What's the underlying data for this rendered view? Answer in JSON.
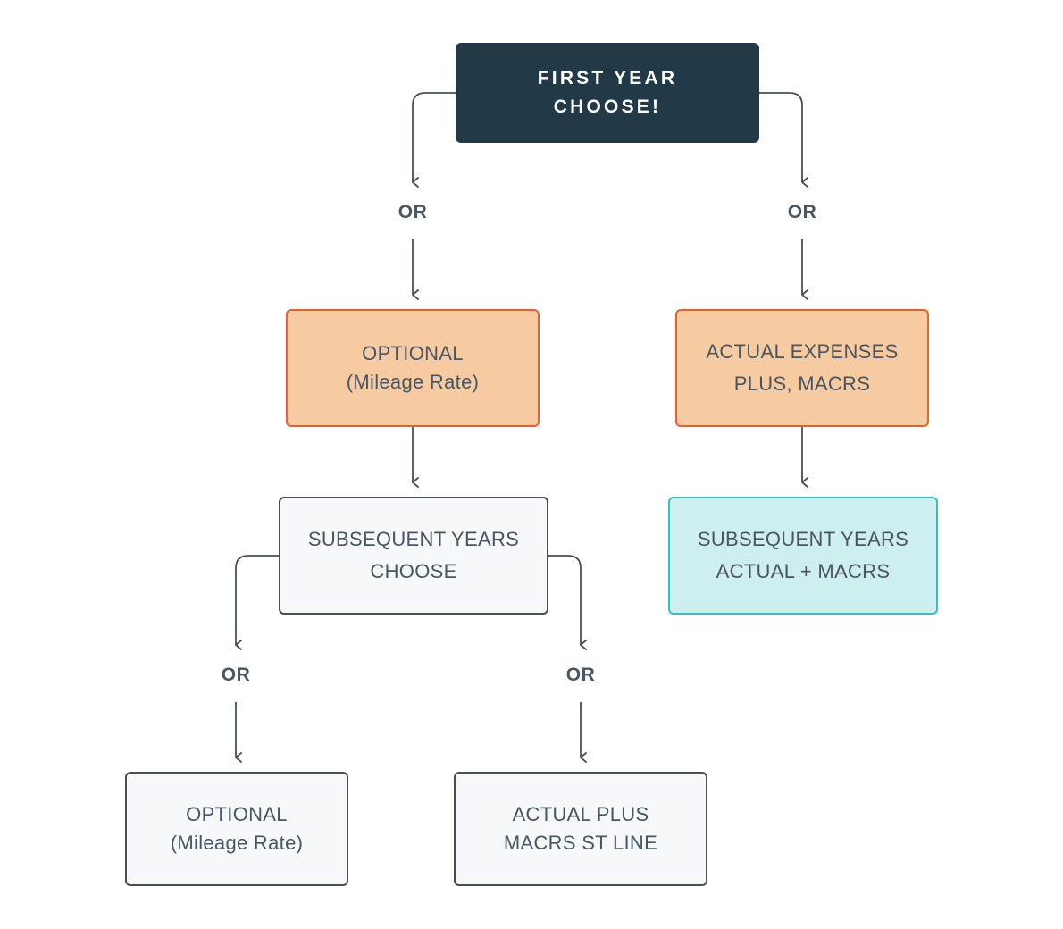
{
  "diagram": {
    "start": {
      "line1": "FIRST YEAR",
      "line2": "CHOOSE!"
    },
    "or_left": "OR",
    "or_right": "OR",
    "optional_top": {
      "line1": "OPTIONAL",
      "line2": "(Mileage Rate)"
    },
    "actual_top": {
      "line1": "ACTUAL EXPENSES",
      "line2": "PLUS, MACRS"
    },
    "subsequent_choose": {
      "line1": "SUBSEQUENT YEARS",
      "line2": "CHOOSE"
    },
    "subsequent_actual": {
      "line1": "SUBSEQUENT YEARS",
      "line2": "ACTUAL + MACRS"
    },
    "or_bottom_left": "OR",
    "or_bottom_right": "OR",
    "optional_bottom": {
      "line1": "OPTIONAL",
      "line2": "(Mileage Rate)"
    },
    "actual_bottom": {
      "line1": "ACTUAL PLUS",
      "line2": "MACRS ST LINE"
    }
  },
  "colors": {
    "dark_node": "#223a48",
    "orange_fill": "#f6cba2",
    "orange_border": "#e8612c",
    "gray_fill": "#f7f8fa",
    "teal_fill": "#cdefef",
    "teal_border": "#34bfc3",
    "connector": "#4a4f57"
  }
}
